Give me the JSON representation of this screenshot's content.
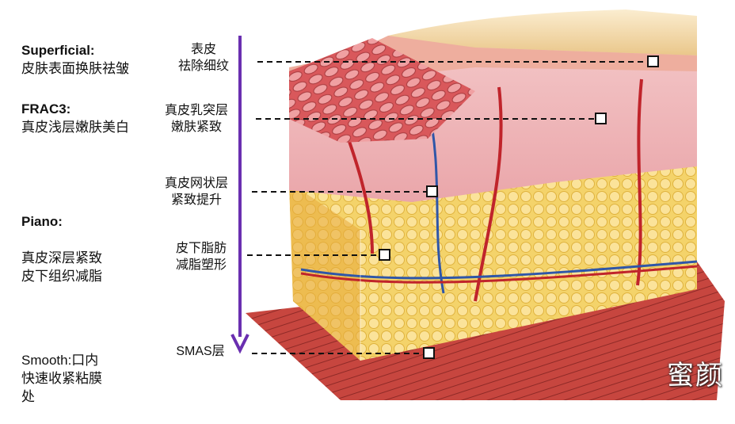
{
  "modes": [
    {
      "name": "Superficial:",
      "desc": "皮肤表面换肤祛皱"
    },
    {
      "name": "FRAC3:",
      "desc": "真皮浅层嫩肤美白"
    },
    {
      "name": "Piano:",
      "desc": "真皮深层紧致\n皮下组织减脂"
    },
    {
      "name": "",
      "desc": "Smooth:口内\n快速收紧粘膜\n处"
    }
  ],
  "layers": [
    {
      "l1": "表皮",
      "l2": "祛除细纹"
    },
    {
      "l1": "真皮乳突层",
      "l2": "嫩肤紧致"
    },
    {
      "l1": "真皮网状层",
      "l2": "紧致提升"
    },
    {
      "l1": "皮下脂肪",
      "l2": "减脂塑形"
    },
    {
      "l1": "SMAS层",
      "l2": ""
    }
  ],
  "watermark": "蜜颜",
  "colors": {
    "arrow": "#6a2fb0",
    "epidermis": "#f2d9a8",
    "dermis": "#f0b7b8",
    "fat": "#f5cf55",
    "muscle": "#c9463e"
  }
}
